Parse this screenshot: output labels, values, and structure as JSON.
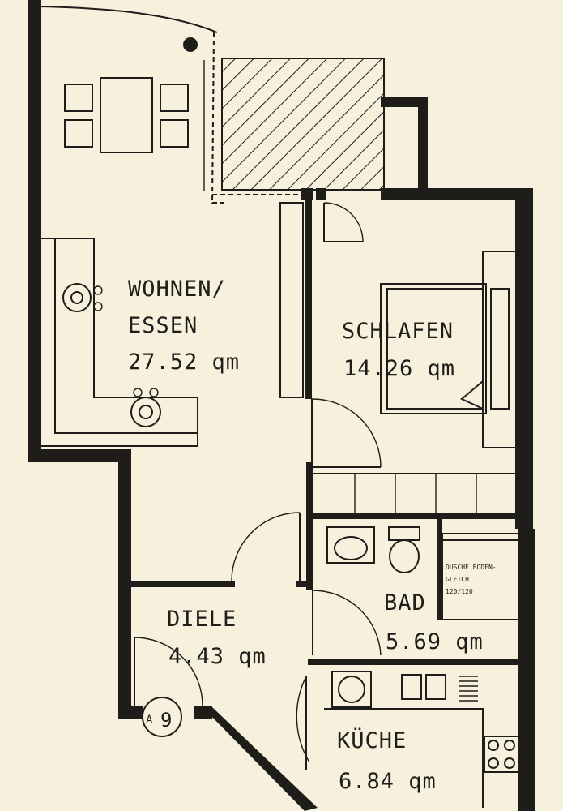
{
  "rooms": [
    {
      "id": "wohnen",
      "name_line1": "WOHNEN/",
      "name_line2": "ESSEN",
      "area": "27.52 qm"
    },
    {
      "id": "schlafen",
      "name": "SCHLAFEN",
      "area": "14.26 qm"
    },
    {
      "id": "bad",
      "name": "BAD",
      "area": "5.69 qm"
    },
    {
      "id": "diele",
      "name": "DIELE",
      "area": "4.43 qm"
    },
    {
      "id": "kueche",
      "name": "KÜCHE",
      "area": "6.84 qm"
    }
  ],
  "shower_note": {
    "line1": "DUSCHE BODEN-",
    "line2": "GLEICH",
    "line3": "120/120"
  },
  "entrance_mark": {
    "letter": "A",
    "number": "9"
  },
  "colors": {
    "paper": "#f6f0dc",
    "ink": "#1e1d1a"
  }
}
